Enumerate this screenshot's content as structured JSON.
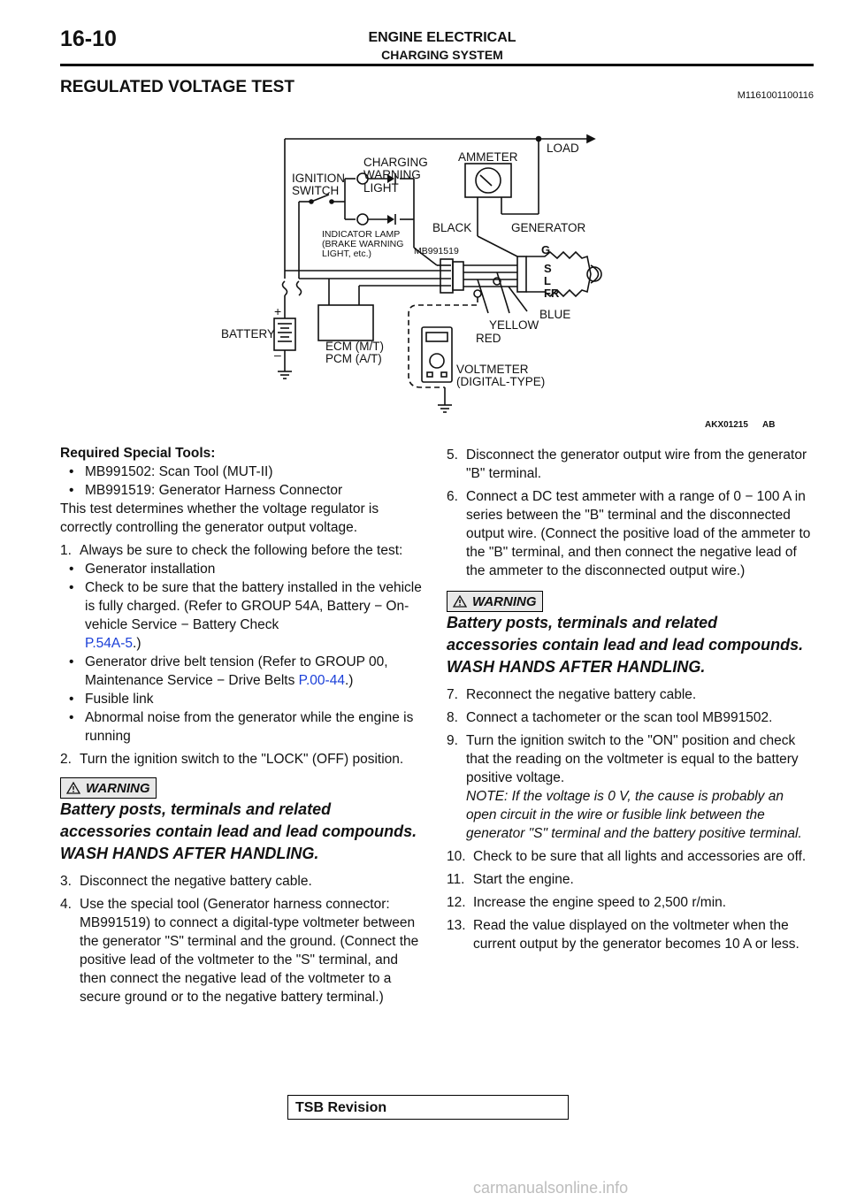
{
  "header": {
    "page_number": "16-10",
    "chapter": "ENGINE ELECTRICAL",
    "section": "CHARGING SYSTEM"
  },
  "title": "REGULATED VOLTAGE TEST",
  "doc_code": "M1161001100116",
  "figure": {
    "labels": {
      "load": "LOAD",
      "ammeter": "AMMETER",
      "charging_warning_light": [
        "CHARGING",
        "WARNING",
        "LIGHT"
      ],
      "ignition_switch": [
        "IGNITION",
        "SWITCH"
      ],
      "indicator_lamp": [
        "INDICATOR LAMP",
        "(BRAKE WARNING",
        "LIGHT, etc.)"
      ],
      "black": "BLACK",
      "generator": "GENERATOR",
      "connector": "MB991519",
      "terminals": [
        "G",
        "S",
        "L",
        "FR"
      ],
      "battery": "BATTERY",
      "plus": "+",
      "minus": "–",
      "ecm": [
        "ECM (M/T)",
        "PCM (A/T)"
      ],
      "yellow": "YELLOW",
      "blue": "BLUE",
      "red": "RED",
      "voltmeter": [
        "VOLTMETER",
        "(DIGITAL-TYPE)"
      ],
      "figure_code": "AKX01215",
      "figure_suffix": "AB"
    }
  },
  "left": {
    "tools_heading": "Required Special Tools:",
    "tools": [
      "MB991502: Scan Tool (MUT-II)",
      "MB991519: Generator Harness Connector"
    ],
    "intro": "This test determines whether the voltage regulator is correctly controlling the generator output voltage.",
    "step1": {
      "n": "1.",
      "text": "Always be sure to check the following before the test:",
      "b1": "Generator installation",
      "b2_text": "Check to be sure that the battery installed in the vehicle is fully charged. (Refer to GROUP 54A, Battery − On-vehicle Service − Battery Check",
      "b2_link": "P.54A-5",
      "b2_end": ".)",
      "b3_text": "Generator drive belt tension (Refer to GROUP 00, Maintenance Service − Drive Belts",
      "b3_link": "P.00-44",
      "b3_end": ".)",
      "b4": "Fusible link",
      "b5": "Abnormal noise from the generator while the engine is running"
    },
    "step2": {
      "n": "2.",
      "text": "Turn the ignition switch to the \"LOCK\" (OFF) position."
    },
    "warning_label": "WARNING",
    "warning_text": "Battery posts, terminals and related accessories contain lead and lead compounds. WASH HANDS AFTER HANDLING.",
    "step3": {
      "n": "3.",
      "text": "Disconnect the negative battery cable."
    },
    "step4": {
      "n": "4.",
      "text": "Use the special tool (Generator harness connector: MB991519) to connect a digital-type voltmeter between the generator \"S\" terminal and the ground. (Connect the positive lead of the voltmeter to the \"S\" terminal, and then connect the negative lead of the voltmeter to a secure ground or to the negative battery terminal.)"
    }
  },
  "right": {
    "step5": {
      "n": "5.",
      "text": "Disconnect the generator output wire from the generator \"B\" terminal."
    },
    "step6": {
      "n": "6.",
      "text": "Connect a DC test ammeter with a range of 0 − 100 A in series between the \"B\" terminal and the disconnected output wire. (Connect the positive load of the ammeter to the \"B\" terminal, and then connect the negative lead of the ammeter to the disconnected output wire.)"
    },
    "warning_label": "WARNING",
    "warning_text": "Battery posts, terminals and related accessories contain lead and lead compounds. WASH HANDS AFTER HANDLING.",
    "step7": {
      "n": "7.",
      "text": "Reconnect the negative battery cable."
    },
    "step8": {
      "n": "8.",
      "text": "Connect a tachometer or the scan tool MB991502."
    },
    "step9": {
      "n": "9.",
      "text": "Turn the ignition switch to the \"ON\" position and check that the reading on the voltmeter is equal to the battery positive voltage."
    },
    "note": "NOTE: If the voltage is 0 V, the cause is probably an open circuit in the wire or fusible link between the generator \"S\" terminal and the battery positive terminal.",
    "step10": {
      "n": "10.",
      "text": "Check to be sure that all lights and accessories are off."
    },
    "step11": {
      "n": "11.",
      "text": "Start the engine."
    },
    "step12": {
      "n": "12.",
      "text": "Increase the engine speed to 2,500 r/min."
    },
    "step13": {
      "n": "13.",
      "text": "Read the value displayed on the voltmeter when the current output by the generator becomes 10 A or less."
    }
  },
  "footer": {
    "tsb": "TSB Revision",
    "watermark": "carmanualsonline.info"
  }
}
